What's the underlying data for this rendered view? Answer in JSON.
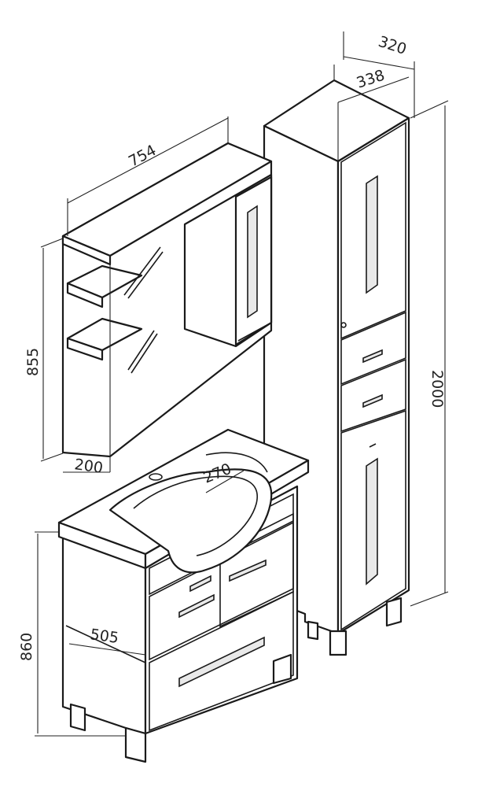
{
  "dimensions": {
    "mirror_width": "754",
    "mirror_height": "855",
    "shelf_depth": "200",
    "basin_depth": "270",
    "vanity_height": "860",
    "vanity_depth": "505",
    "column_width": "320",
    "column_depth": "338",
    "column_height": "2000"
  }
}
